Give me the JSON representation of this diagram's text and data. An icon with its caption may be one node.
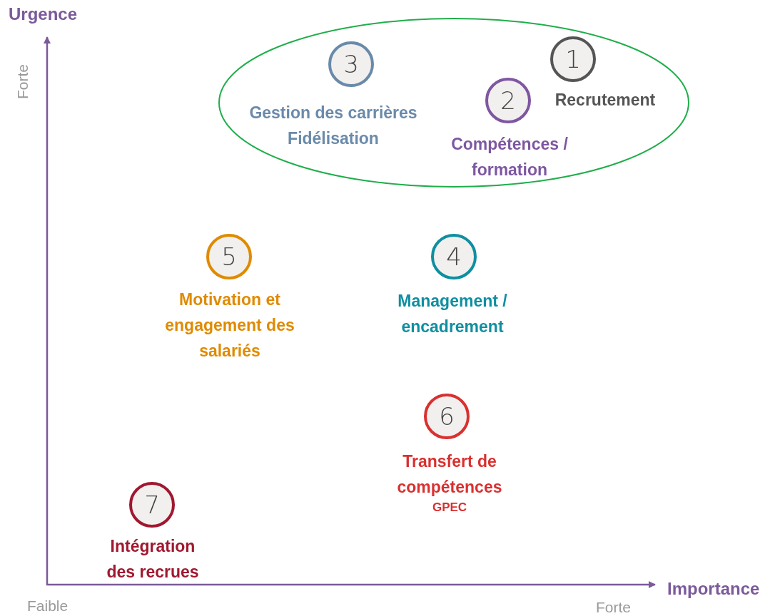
{
  "diagram": {
    "nodes": [
      {
        "text": [],
        "shape": "ellipse"
      },
      {
        "text": [
          "3",
          "Gestion des carrières Fidélisation"
        ],
        "in": 0
      },
      {
        "text": [
          "1",
          "Recrutement"
        ],
        "in": 0
      },
      {
        "text": [
          "2",
          "Compétences / formation"
        ],
        "in": 0
      },
      {
        "text": [
          "5",
          "Motivation et engagement des salariés"
        ]
      },
      {
        "text": [
          "4",
          "Management / encadrement"
        ]
      },
      {
        "text": [
          "6",
          "Transfert de compétences",
          "GPEC"
        ]
      },
      {
        "text": [
          "7",
          "Intégration des recrues"
        ]
      }
    ],
    "labels": [
      "Urgence",
      "Forte",
      "Importance",
      "Faible",
      "Forte"
    ]
  }
}
